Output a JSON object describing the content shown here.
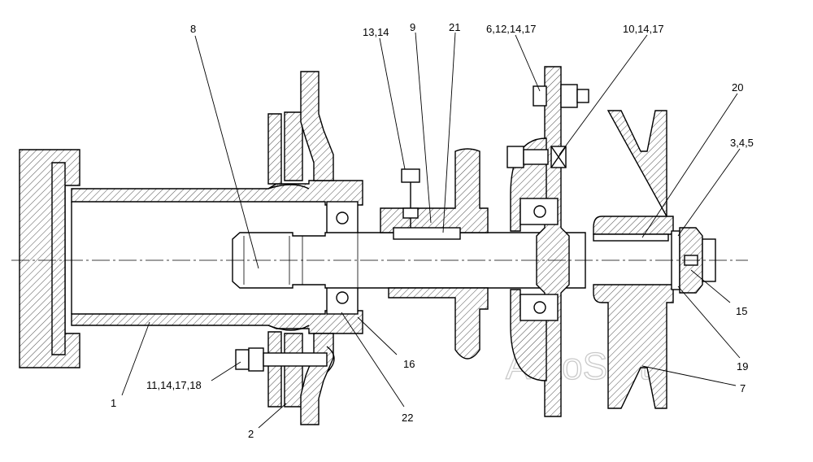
{
  "diagram": {
    "type": "engineering-assembly-section",
    "watermark": "AutoSoft",
    "callouts": [
      {
        "id": "c1",
        "text": "1"
      },
      {
        "id": "c2",
        "text": "2"
      },
      {
        "id": "c8",
        "text": "8"
      },
      {
        "id": "c9",
        "text": "9"
      },
      {
        "id": "c21",
        "text": "21"
      },
      {
        "id": "c13",
        "text": "13,14"
      },
      {
        "id": "c6",
        "text": "6,12,14,17"
      },
      {
        "id": "c10",
        "text": "10,14,17"
      },
      {
        "id": "c20",
        "text": "20"
      },
      {
        "id": "c345",
        "text": "3,4,5"
      },
      {
        "id": "c15",
        "text": "15"
      },
      {
        "id": "c19",
        "text": "19"
      },
      {
        "id": "c7",
        "text": "7"
      },
      {
        "id": "c16",
        "text": "16"
      },
      {
        "id": "c22",
        "text": "22"
      },
      {
        "id": "c11",
        "text": "11,14,17,18"
      }
    ]
  }
}
